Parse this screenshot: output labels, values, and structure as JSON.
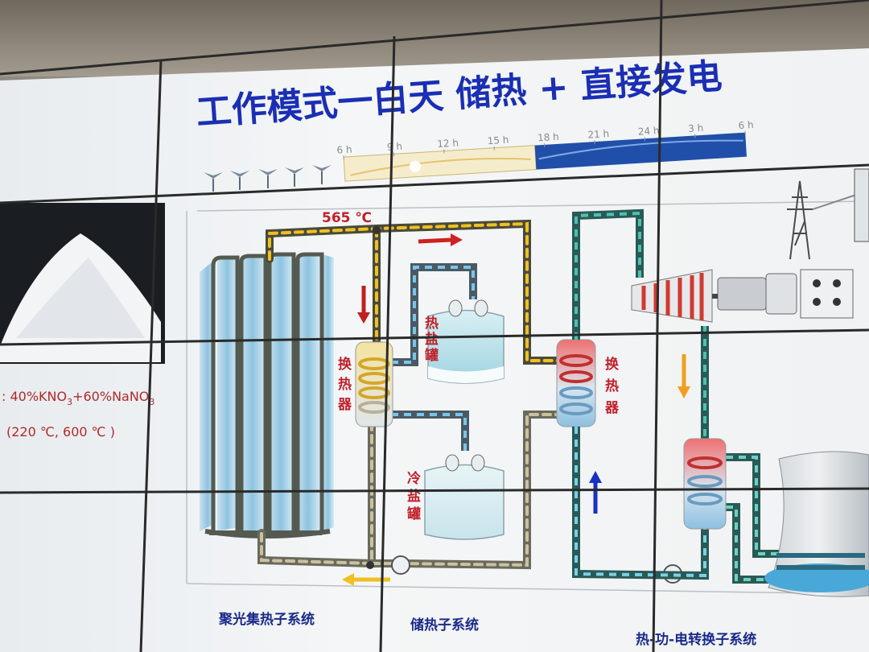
{
  "title": "工作模式一白天  储热  +  直接发电",
  "timeline": {
    "ticks": [
      "6 h",
      "9 h",
      "12 h",
      "15 h",
      "18 h",
      "21 h",
      "24 h",
      "3 h",
      "6 h"
    ]
  },
  "temperature_label": "565 ℃",
  "salt_formula": {
    "prefix": ": 40%KNO",
    "sub1": "3",
    "mid": "+60%NaNO",
    "sub2": "3"
  },
  "temp_range": "(220 ℃, 600 ℃ )",
  "hot_tank_label": [
    "热",
    "盐",
    "罐"
  ],
  "cold_tank_label": [
    "冷",
    "盐",
    "罐"
  ],
  "hx1_label": [
    "换",
    "热",
    "器"
  ],
  "hx2_label": [
    "换",
    "热",
    "器"
  ],
  "subsystems": {
    "solar": "聚光集热子系统",
    "storage": "储热子系统",
    "power": "热-功-电转换子系统"
  },
  "colors": {
    "title_blue": "#1a2fb4",
    "label_red": "#c0202a",
    "hot_pipe": "#f0c020",
    "cold_pipe": "#6ab0e0",
    "water_pipe": "#2d8a80",
    "night_bar": "#1f4fa8",
    "day_bar": "#f5eccc"
  }
}
